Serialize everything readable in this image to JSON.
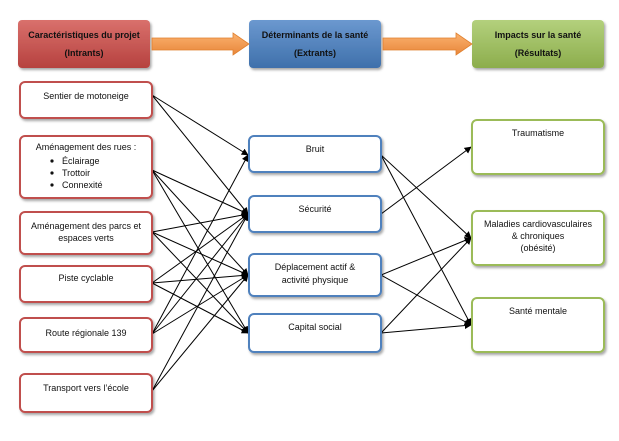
{
  "headers": {
    "left": {
      "title": "Caractéristiques du projet",
      "sub": "(Intrants)",
      "color": "#c0504d"
    },
    "middle": {
      "title": "Déterminants de la santé",
      "sub": "(Extrants)",
      "color": "#4f81bd"
    },
    "right": {
      "title": "Impacts sur la santé",
      "sub": "(Résultats)",
      "color": "#9bbb59"
    }
  },
  "inputs": [
    {
      "id": "sentier",
      "lines": [
        "Sentier de motoneige"
      ]
    },
    {
      "id": "rues",
      "lines": [
        "Aménagement des rues :"
      ],
      "bullets": [
        "Éclairage",
        "Trottoir",
        "Connexité"
      ]
    },
    {
      "id": "parcs",
      "lines": [
        "Aménagement des parcs et",
        "espaces verts"
      ]
    },
    {
      "id": "piste",
      "lines": [
        "Piste cyclable"
      ]
    },
    {
      "id": "route",
      "lines": [
        "Route régionale 139"
      ]
    },
    {
      "id": "transport",
      "lines": [
        "Transport vers l’école"
      ]
    }
  ],
  "outputs": [
    {
      "id": "bruit",
      "lines": [
        "Bruit"
      ]
    },
    {
      "id": "securite",
      "lines": [
        "Sécurité"
      ]
    },
    {
      "id": "deplacement",
      "lines": [
        "Déplacement actif &",
        "activité physique"
      ]
    },
    {
      "id": "capital",
      "lines": [
        "Capital social"
      ]
    }
  ],
  "results": [
    {
      "id": "trauma",
      "lines": [
        "Traumatisme"
      ]
    },
    {
      "id": "maladies",
      "lines": [
        "Maladies cardiovasculaires",
        "& chroniques",
        "(obésité)"
      ]
    },
    {
      "id": "mentale",
      "lines": [
        "Santé mentale"
      ]
    }
  ],
  "links": [
    [
      "sentier",
      "bruit"
    ],
    [
      "sentier",
      "securite"
    ],
    [
      "rues",
      "securite"
    ],
    [
      "rues",
      "deplacement"
    ],
    [
      "rues",
      "capital"
    ],
    [
      "parcs",
      "securite"
    ],
    [
      "parcs",
      "deplacement"
    ],
    [
      "parcs",
      "capital"
    ],
    [
      "piste",
      "securite"
    ],
    [
      "piste",
      "deplacement"
    ],
    [
      "piste",
      "capital"
    ],
    [
      "route",
      "bruit"
    ],
    [
      "route",
      "securite"
    ],
    [
      "route",
      "deplacement"
    ],
    [
      "transport",
      "securite"
    ],
    [
      "transport",
      "deplacement"
    ],
    [
      "bruit",
      "maladies"
    ],
    [
      "bruit",
      "mentale"
    ],
    [
      "securite",
      "trauma"
    ],
    [
      "deplacement",
      "maladies"
    ],
    [
      "deplacement",
      "mentale"
    ],
    [
      "capital",
      "maladies"
    ],
    [
      "capital",
      "mentale"
    ]
  ],
  "colors": {
    "input_border": "#c0504d",
    "output_border": "#4f81bd",
    "result_border": "#9bbb59",
    "arrow": "#f79646",
    "connector": "#000000"
  }
}
